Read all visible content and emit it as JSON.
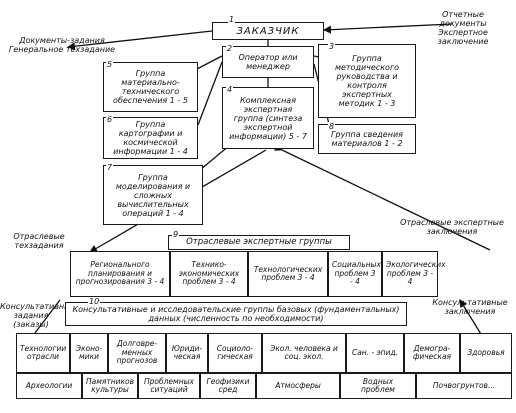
{
  "nodes": {
    "n1": {
      "num": "1",
      "label": "ЗАКАЗЧИК"
    },
    "n2": {
      "num": "2",
      "label": "Оператор или менеджер"
    },
    "n3": {
      "num": "3",
      "label": "Группа методического руководства и контроля экспертных методик 1 - 3"
    },
    "n4": {
      "num": "4",
      "label": "Комплексная экспертная группа (синтеза экспертной информации) 5 - 7"
    },
    "n5": {
      "num": "5",
      "label": "Группа материально-технического обеспечения 1 - 5"
    },
    "n6": {
      "num": "6",
      "label": "Группа картографии и космической информации 1 - 4"
    },
    "n7": {
      "num": "7",
      "label": "Группа моделирования и сложных вычислительных операций 1 - 4"
    },
    "n8": {
      "num": "8",
      "label": "Группа сведения материалов 1 - 2"
    },
    "n9": {
      "num": "9",
      "label": "Отраслевые экспертные группы"
    },
    "n10": {
      "num": "10",
      "label": "Консультативные и исследовательские группы базовых (фундаментальных) данных (численность по необходимости)"
    }
  },
  "sector_groups": [
    "Регионального планирования и прогнозирования 3 - 4",
    "Технико-экономических проблем 3 - 4",
    "Технологических проблем 3 - 4",
    "Социальных проблем 3 - 4",
    "Экологических проблем 3 - 4"
  ],
  "base_row1": [
    "Технологии отрасли",
    "Эконо-мики",
    "Долговре-менных прогнозов",
    "Юриди-ческая",
    "Социоло-гическая",
    "Экол. человека и соц. экол.",
    "Сан. - эпид.",
    "Демогра-фическая",
    "Здоровья"
  ],
  "base_row2": [
    "Археологии",
    "Памятников культуры",
    "Проблемных ситуаций",
    "Геофизики сред",
    "Атмосферы",
    "Водных проблем",
    "Почвогрунтов..."
  ],
  "edge_labels": {
    "docs_left": "Документы-задания Генеральное техзадание",
    "docs_right": "Отчетные документы Экспертное заключение",
    "sector_tz": "Отраслевые техзадания",
    "sector_concl": "Отраслевые экспертные заключения",
    "consult_tasks": "Консультативные задания (заказы)",
    "consult_concl": "Консультативные заключения"
  }
}
